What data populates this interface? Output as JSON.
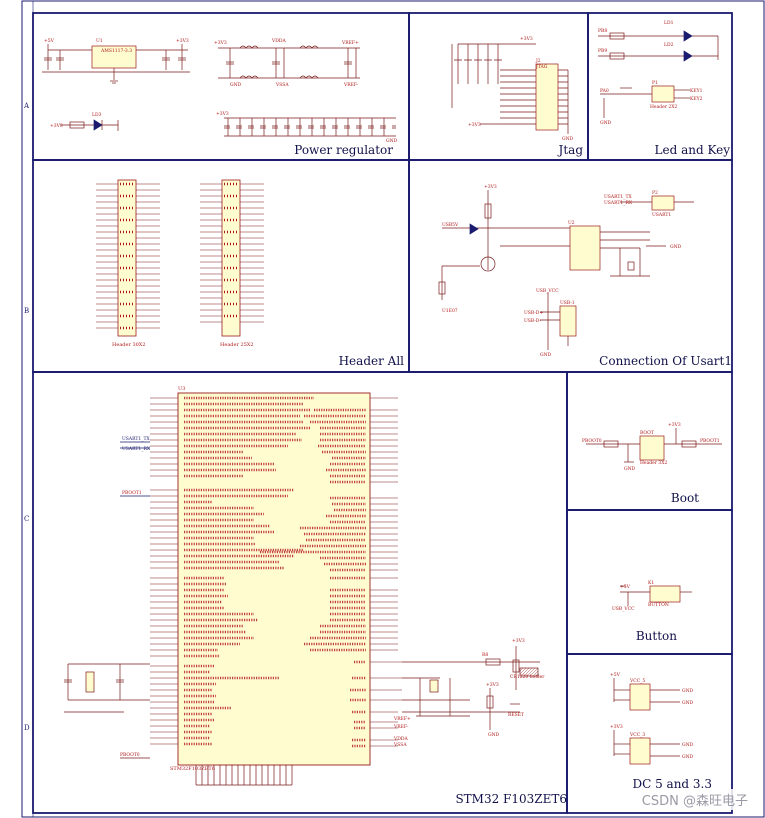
{
  "border": {
    "row_letters": [
      "A",
      "B",
      "C",
      "D"
    ]
  },
  "sections": {
    "power": "Power regulator",
    "jtag": "Jtag",
    "led_key": "Led and Key",
    "header_all": "Header All",
    "usart": "Connection Of Usart1",
    "boot": "Boot",
    "button": "Button",
    "dc": "DC 5 and 3.3",
    "mcu": "STM32 F103ZET6"
  },
  "header_labels": {
    "left": "Header 30X2",
    "right": "Header 25X2"
  },
  "mcu": {
    "ref": "U3",
    "name": "STM32F103ZET6"
  },
  "watermark": "CSDN @森旺电子",
  "colors": {
    "frame": "#1a1a6e",
    "wire": "#7a1a1a",
    "part": "#9a1c1c",
    "body_fill": "#fffccf",
    "label": "#1a1a6e",
    "net": "#b01818"
  }
}
